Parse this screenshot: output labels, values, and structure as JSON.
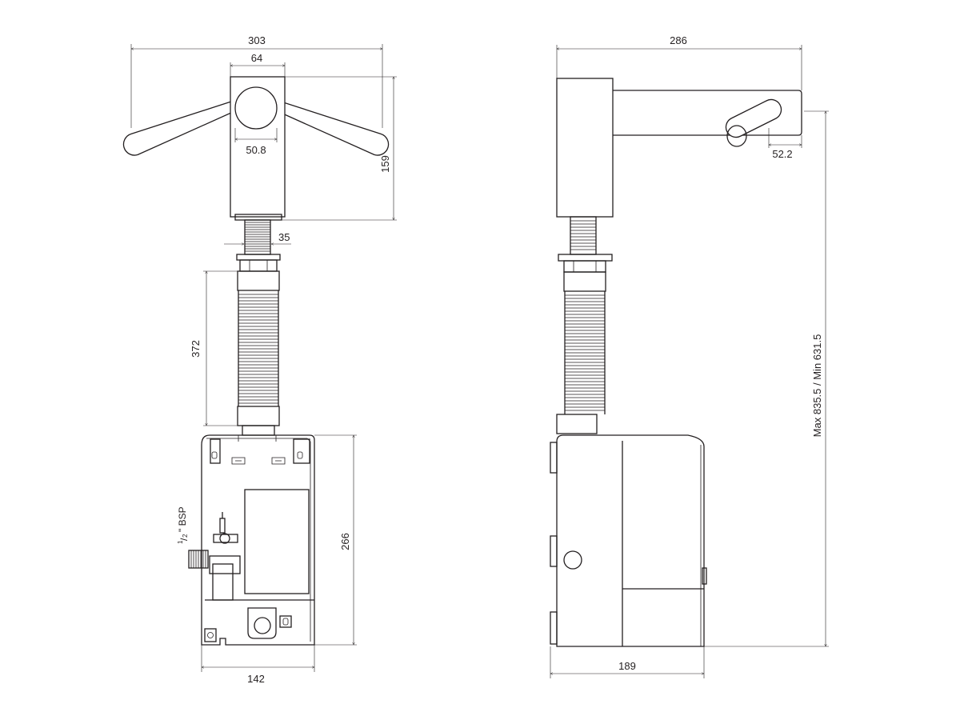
{
  "front_view": {
    "dim_overall_width": "303",
    "dim_body_width": "64",
    "dim_hub_diameter": "50.8",
    "dim_head_height": "159",
    "dim_shank_diameter": "35",
    "dim_hose_length": "372",
    "dim_box_height": "266",
    "dim_box_width": "142",
    "inlet_fraction_num": "1",
    "inlet_fraction_den": "2",
    "inlet_label": "\" BSP"
  },
  "side_view": {
    "dim_overall_length": "286",
    "dim_hand_dryer_diameter": "52.2",
    "dim_total_height": "Max 835.5 / Min 631.5",
    "dim_box_depth": "189"
  },
  "colors": {
    "line": "#231f20",
    "background": "#ffffff"
  }
}
